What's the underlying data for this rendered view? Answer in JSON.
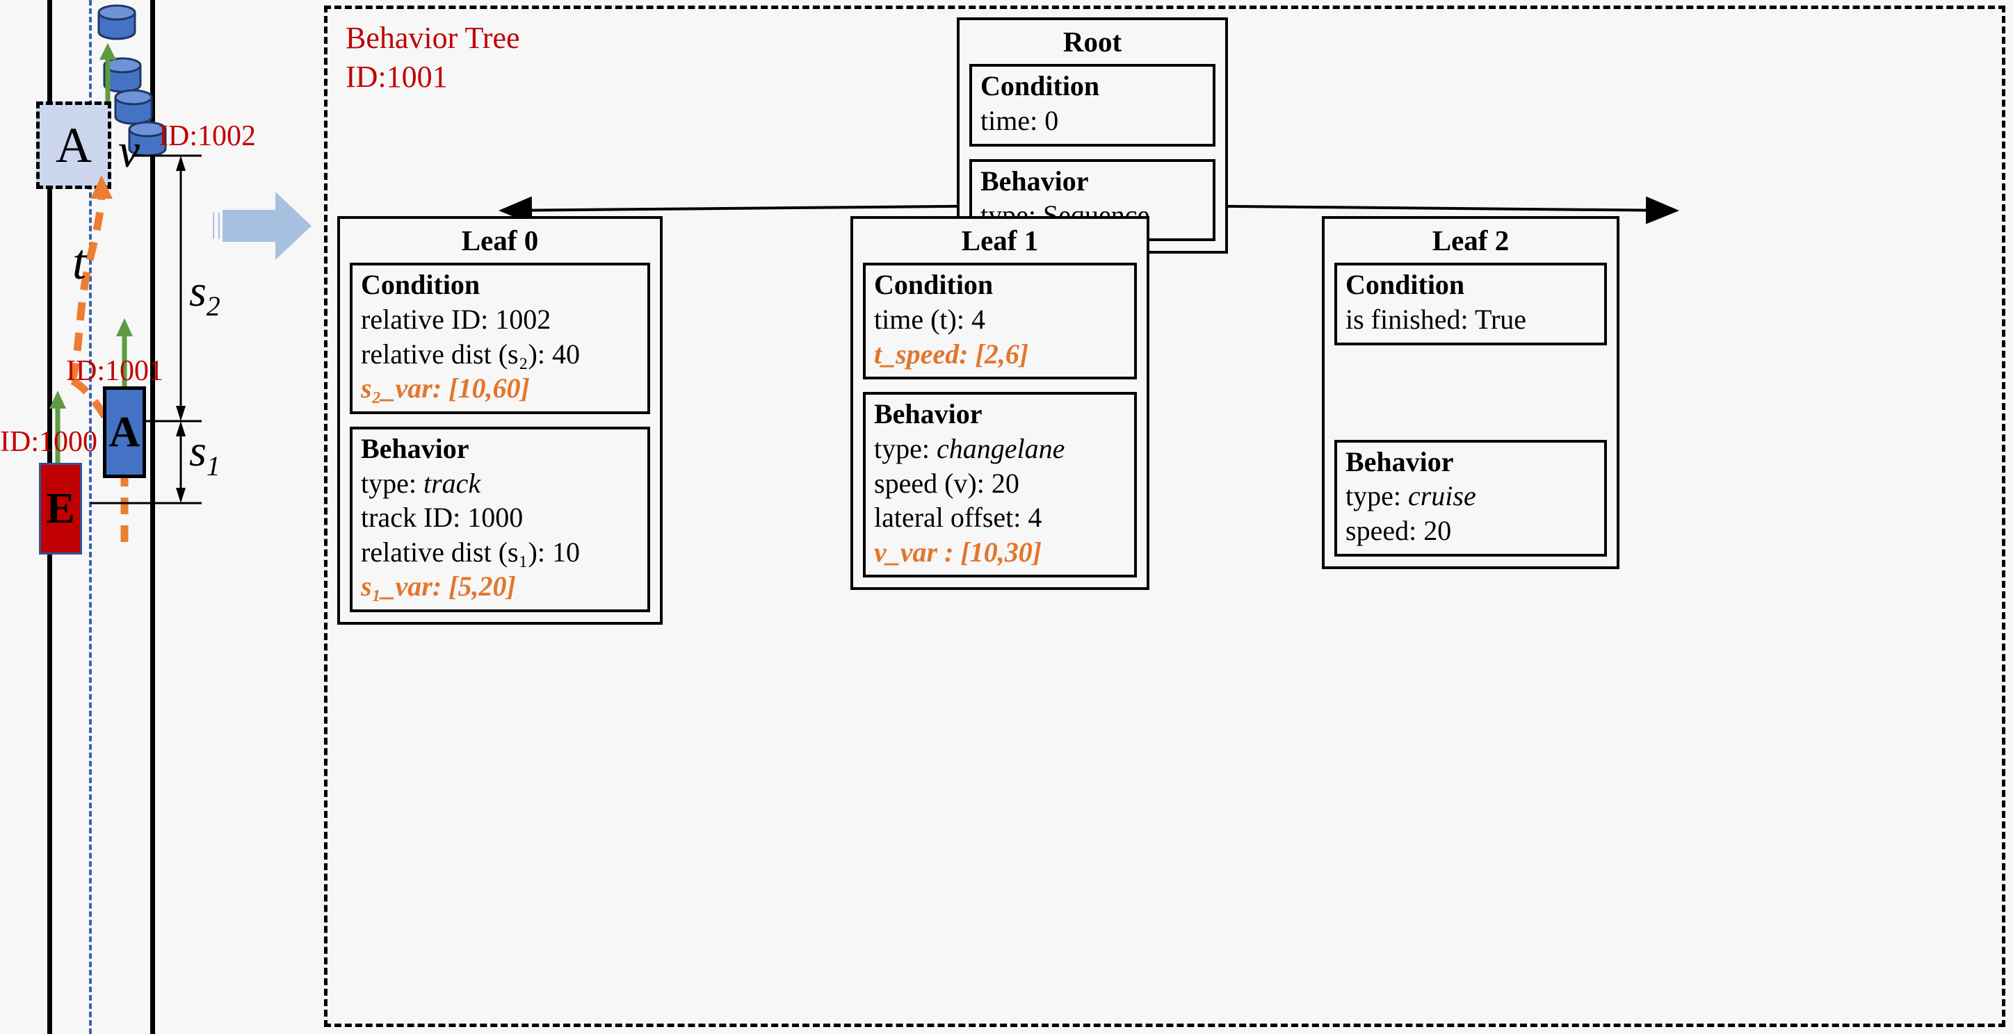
{
  "scene": {
    "ego_vehicle_label": "E",
    "ego_id_label": "ID:1000",
    "agent_vehicle_label": "A",
    "agent_id_label": "ID:1001",
    "agent_ghost_label": "A",
    "leading_id_label": "ID:1002",
    "speed_symbol": "v",
    "time_symbol": "t",
    "dist_s2_symbol": "s",
    "dist_s2_sub": "2",
    "dist_s1_symbol": "s",
    "dist_s1_sub": "1",
    "obstacle_icon": "cylinder-icon",
    "velocity_arrow_icon": "green-up-arrow-icon",
    "trajectory_icon": "orange-dashed-curve-icon",
    "transform_arrow_icon": "right-block-arrow-icon",
    "colors": {
      "ego": "#c00000",
      "agent": "#4472c4",
      "ghost": "#ccd7ee",
      "lane_marking": "#3a63ab",
      "velocity_arrow": "#5f9b41",
      "trajectory": "#ed7d31",
      "id_text": "#c00000"
    }
  },
  "behavior_tree": {
    "panel_title": "Behavior Tree",
    "panel_id": "ID:1001",
    "root": {
      "title": "Root",
      "condition": {
        "heading": "Condition",
        "rows": [
          {
            "label": "time: ",
            "value": "0",
            "highlight": false
          }
        ]
      },
      "behavior": {
        "heading": "Behavior",
        "rows": [
          {
            "label": "type: ",
            "value": "Sequence",
            "highlight": false
          }
        ]
      }
    },
    "leaves": [
      {
        "title": "Leaf 0",
        "condition": {
          "heading": "Condition",
          "rows": [
            {
              "text": "relative ID: 1002",
              "highlight": false
            },
            {
              "text": "relative dist (s₂): 40",
              "highlight": false
            },
            {
              "text": "s₂_var: [10,60]",
              "highlight": true
            }
          ]
        },
        "behavior": {
          "heading": "Behavior",
          "rows": [
            {
              "text": "type: track",
              "highlight": false
            },
            {
              "text": "track ID: 1000",
              "highlight": false
            },
            {
              "text": "relative dist (s₁): 10",
              "highlight": false
            },
            {
              "text": "s₁_var: [5,20]",
              "highlight": true
            }
          ]
        }
      },
      {
        "title": "Leaf 1",
        "condition": {
          "heading": "Condition",
          "rows": [
            {
              "text": "time (t): 4",
              "highlight": false
            },
            {
              "text": "t_speed: [2,6]",
              "highlight": true
            }
          ]
        },
        "behavior": {
          "heading": "Behavior",
          "rows": [
            {
              "text": "type: changelane",
              "highlight": false
            },
            {
              "text": "speed (v): 20",
              "highlight": false
            },
            {
              "text": "lateral offset: 4",
              "highlight": false
            },
            {
              "text": "v_var : [10,30]",
              "highlight": true
            }
          ]
        }
      },
      {
        "title": "Leaf 2",
        "condition": {
          "heading": "Condition",
          "rows": [
            {
              "text": "is finished: True",
              "highlight": false
            }
          ]
        },
        "behavior": {
          "heading": "Behavior",
          "rows": [
            {
              "text": "type: cruise",
              "highlight": false
            },
            {
              "text": "speed: 20",
              "highlight": false
            }
          ]
        }
      }
    ]
  }
}
